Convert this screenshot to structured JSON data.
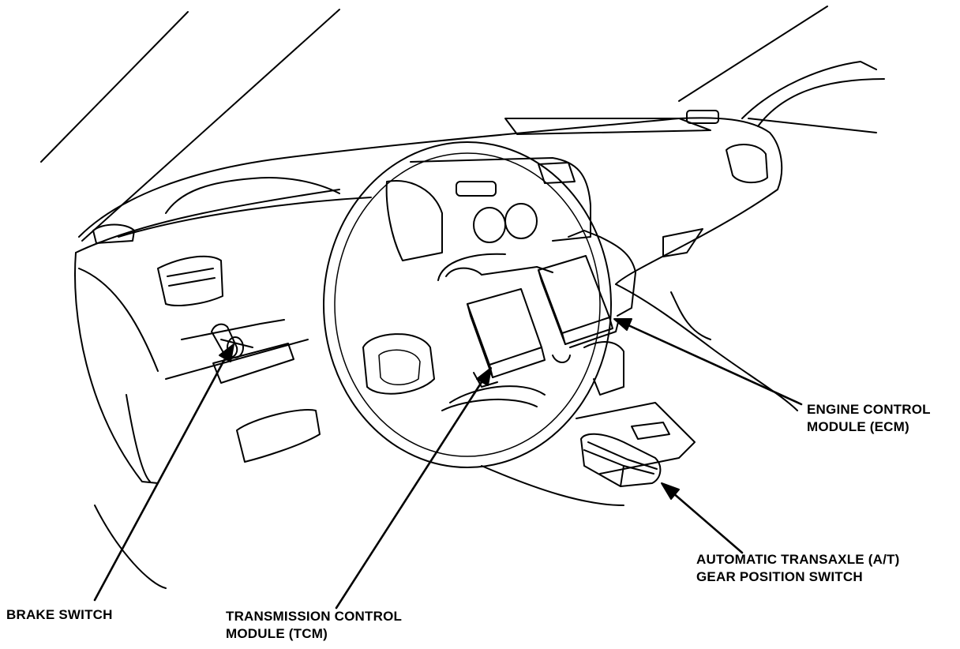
{
  "labels": {
    "brake_switch": [
      "BRAKE SWITCH"
    ],
    "tcm": [
      "TRANSMISSION CONTROL",
      "MODULE (TCM)"
    ],
    "ecm": [
      "ENGINE CONTROL",
      "MODULE (ECM)"
    ],
    "gear_switch": [
      "AUTOMATIC TRANSAXLE (A/T)",
      "GEAR POSITION SWITCH"
    ]
  }
}
